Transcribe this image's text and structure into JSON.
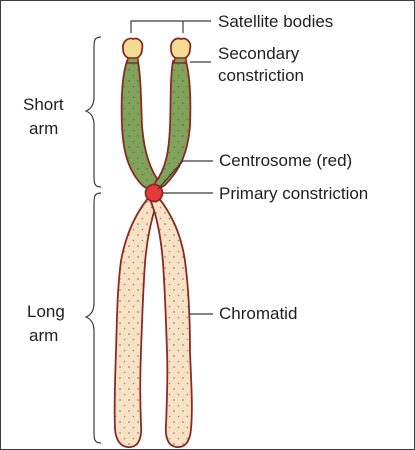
{
  "labels": {
    "satellite_bodies": "Satellite bodies",
    "secondary_constriction_line1": "Secondary",
    "secondary_constriction_line2": "constriction",
    "centrosome": "Centrosome (red)",
    "primary_constriction": "Primary constriction",
    "chromatid": "Chromatid",
    "short_arm_line1": "Short",
    "short_arm_line2": "arm",
    "long_arm_line1": "Long",
    "long_arm_line2": "arm"
  },
  "colors": {
    "outline": "#8b2a22",
    "short_arm_fill": "#7fa35a",
    "long_arm_fill": "#f8e2c5",
    "satellite_fill": "#f3dc92",
    "centrosome_fill": "#e63a3a",
    "dots": "#5e4a3a",
    "leader_lines": "#3a3a3a"
  }
}
